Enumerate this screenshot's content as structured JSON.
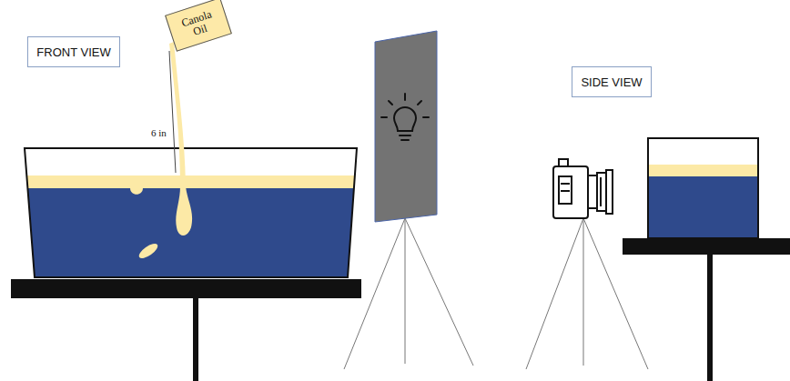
{
  "diagram": {
    "nodes": [
      {
        "text": [
          "FRONT VIEW"
        ]
      },
      {
        "text": [
          "Canola Oil"
        ]
      },
      {
        "text": [
          "SIDE VIEW"
        ]
      }
    ],
    "labels": [
      "6 in"
    ]
  }
}
